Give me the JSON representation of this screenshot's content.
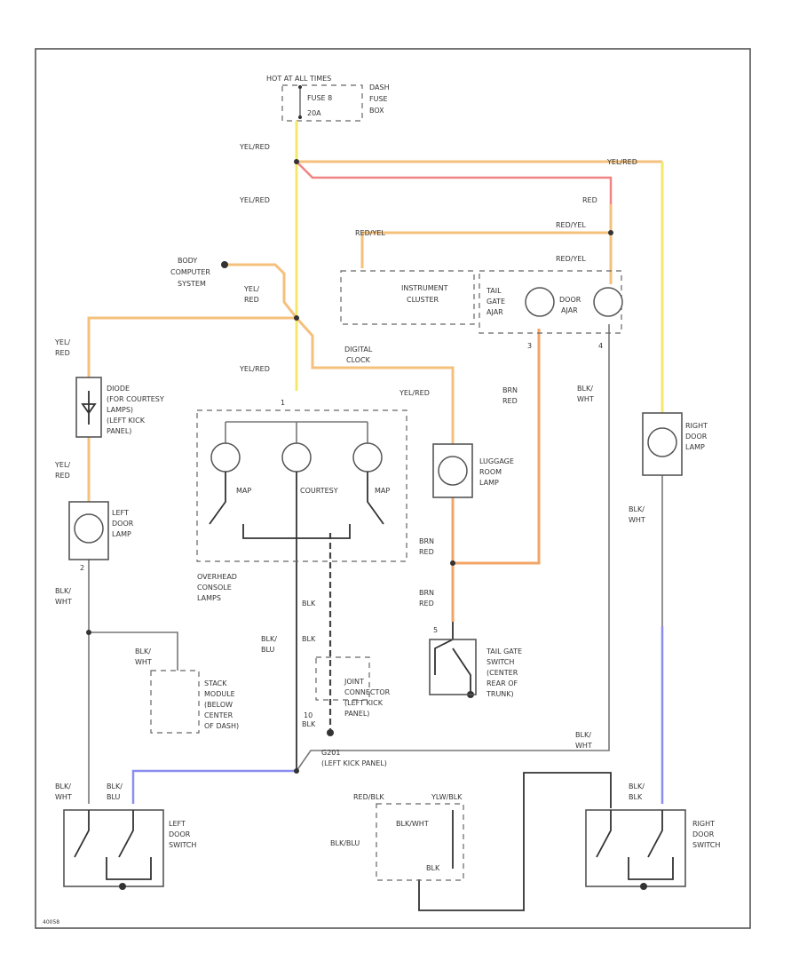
{
  "fuse": {
    "hot": "HOT AT ALL TIMES",
    "fuse": "FUSE 8",
    "amps": "20A",
    "box": [
      "DASH",
      "FUSE",
      "BOX"
    ]
  },
  "wires": {
    "yel_red": "YEL/RED",
    "yel_red_r": "YEL/RED",
    "red": "RED",
    "red_yel": "RED/YEL",
    "yel_red_stack": [
      "YEL/",
      "RED"
    ],
    "brn_red": [
      "BRN",
      "RED"
    ],
    "blk_wht": [
      "BLK/",
      "WHT"
    ],
    "blk_blu": [
      "BLK/",
      "BLU"
    ],
    "blk": "BLK",
    "blk_blk": [
      "BLK/",
      "BLK"
    ],
    "red_blk": "RED/BLK",
    "blk_blu_h": "BLK/BLU",
    "blk_wht_h": "BLK/WHT",
    "ylw_blk": "YLW/BLK"
  },
  "components": {
    "body_computer": [
      "BODY",
      "COMPUTER",
      "SYSTEM"
    ],
    "instrument_cluster": [
      "INSTRUMENT",
      "CLUSTER"
    ],
    "tail_gate_ajar": [
      "TAIL",
      "GATE",
      "AJAR"
    ],
    "door_ajar": [
      "DOOR",
      "AJAR"
    ],
    "digital_clock": [
      "DIGITAL",
      "CLOCK"
    ],
    "diode": [
      "DIODE",
      "(FOR COURTESY",
      "LAMPS)",
      "(LEFT KICK",
      "PANEL)"
    ],
    "map_left": "MAP",
    "courtesy": "COURTESY",
    "map_right": "MAP",
    "luggage_room_lamp": [
      "LUGGAGE",
      "ROOM",
      "LAMP"
    ],
    "right_door_lamp": [
      "RIGHT",
      "DOOR",
      "LAMP"
    ],
    "left_door_lamp": [
      "LEFT",
      "DOOR",
      "LAMP"
    ],
    "overhead_console": [
      "OVERHEAD",
      "CONSOLE",
      "LAMPS"
    ],
    "joint_connector": [
      "JOINT",
      "CONNECTOR",
      "(LEFT KICK",
      "PANEL)"
    ],
    "tail_gate_switch": [
      "TAIL GATE",
      "SWITCH",
      "(CENTER",
      "REAR OF",
      "TRUNK)"
    ],
    "stack_module": [
      "STACK",
      "MODULE",
      "(BELOW",
      "CENTER",
      "OF DASH)"
    ],
    "ground": [
      "G201",
      "(LEFT KICK PANEL)"
    ],
    "left_door_switch": [
      "LEFT",
      "DOOR",
      "SWITCH"
    ],
    "right_door_switch": [
      "RIGHT",
      "DOOR",
      "SWITCH"
    ]
  },
  "pins": {
    "p1": "1",
    "p2": "2",
    "p3": "3",
    "p4": "4",
    "p5": "5",
    "p10": "10"
  },
  "figure_id": "40058"
}
